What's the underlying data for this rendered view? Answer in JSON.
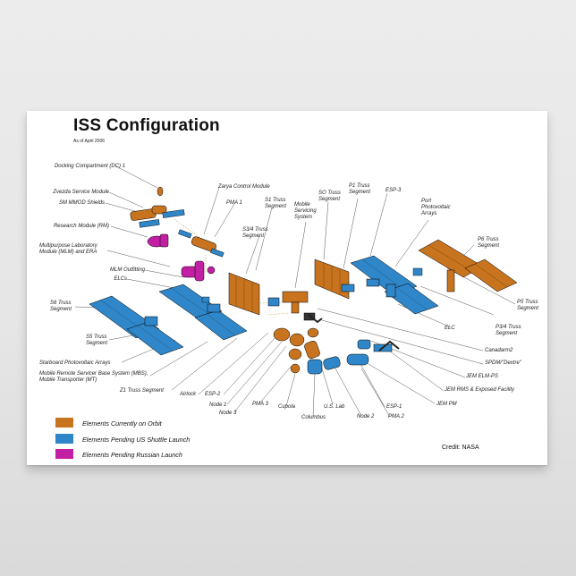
{
  "title": "ISS Configuration",
  "subtitle": "As of April 2006",
  "credit": "Credit: NASA",
  "colors": {
    "orbit": "#c8741e",
    "shuttle": "#2f86c8",
    "russian": "#c31fa4"
  },
  "legend": [
    {
      "label": "Elements Currently on Orbit",
      "color": "#c8741e"
    },
    {
      "label": "Elements Pending US Shuttle Launch",
      "color": "#2f86c8"
    },
    {
      "label": "Elements Pending Russian Launch",
      "color": "#c31fa4"
    }
  ],
  "labels": {
    "dc1": "Docking Compartment (DC) 1",
    "zvezda": "Zvezda Service Module",
    "smmmod": "SM MMOD Shields",
    "rm": "Research Module (RM)",
    "mlm1": "Multipurpose Laboratory",
    "mlm2": "Module (MLM) and ERA",
    "mlmout": "MLM Outfitting",
    "elcs": "ELCs",
    "s6a": "S6 Truss",
    "s6b": "Segment",
    "s5a": "S5 Truss",
    "s5b": "Segment",
    "starpv": "Starboard Photovoltaic Arrays",
    "mrs1": "Mobile Remote Servicer Base System (MBS),",
    "mrs2": "Mobile Transporter (MT)",
    "z1": "Z1 Truss Segment",
    "airlock": "Airlock",
    "esp2": "ESP-2",
    "node1": "Node 1",
    "node3": "Node 3",
    "pma3": "PMA 3",
    "cupola": "Cupola",
    "columbus": "Columbus",
    "uslab": "U.S. Lab",
    "node2": "Node 2",
    "esp1": "ESP-1",
    "pma2": "PMA 2",
    "zarya": "Zarya Control Module",
    "pma1": "PMA 1",
    "s1a": "S1 Truss",
    "s1b": "Segment",
    "s34a": "S3/4 Truss",
    "s34b": "Segment",
    "mss1": "Mobile",
    "mss2": "Servicing",
    "mss3": "System",
    "s0a": "SO Truss",
    "s0b": "Segment",
    "p1a": "P1 Truss",
    "p1b": "Segment",
    "esp3": "ESP-3",
    "portpv1": "Port",
    "portpv2": "Photovoltaic",
    "portpv3": "Arrays",
    "p6a": "P6 Truss",
    "p6b": "Segment",
    "p5a": "P5 Truss",
    "p5b": "Segment",
    "p34a": "P3/4 Truss",
    "p34b": "Segment",
    "elc": "ELC",
    "canadarm": "Canadarm2",
    "spdm": "SPDM/\"Dextre\"",
    "jemelm": "JEM ELM-PS",
    "jemrms": "JEM RMS & Exposed Facility",
    "jempm": "JEM PM"
  }
}
